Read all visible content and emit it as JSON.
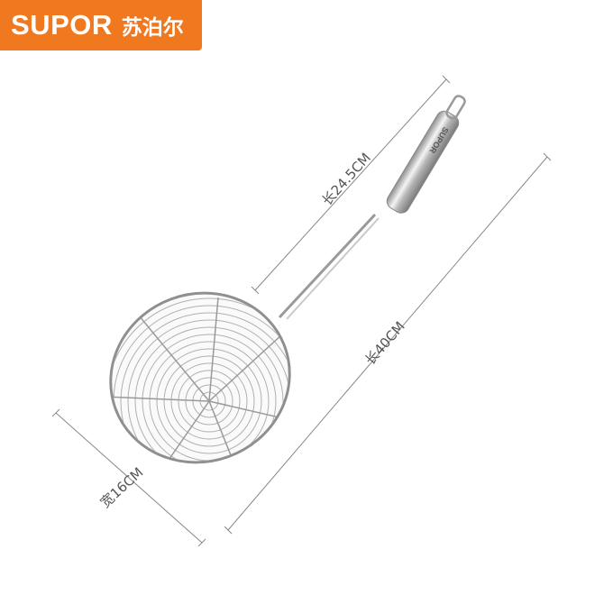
{
  "brand": {
    "name_en": "SUPOR",
    "name_cn": "苏泊尔",
    "color": "#f0781e"
  },
  "product": {
    "handle_text": "SUPOR",
    "description_icon": "wire-mesh-skimmer-icon"
  },
  "dimensions": {
    "handle_length": "长24.5CM",
    "total_length": "长40CM",
    "width": "宽16CM"
  }
}
